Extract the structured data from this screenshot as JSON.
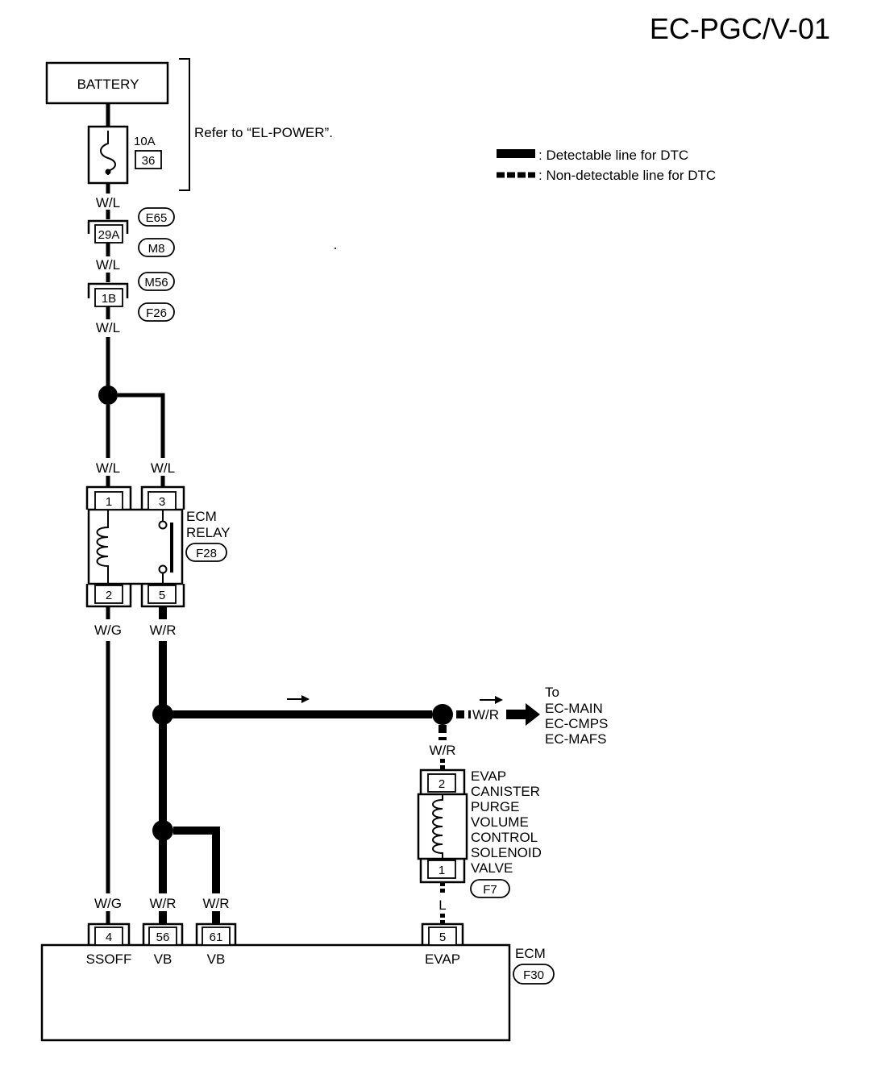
{
  "page_code": "EC-PGC/V-01",
  "legend": {
    "detectable": ": Detectable line for DTC",
    "non_detectable": ": Non-detectable line for DTC"
  },
  "battery": {
    "label": "BATTERY"
  },
  "fuse": {
    "rating": "10A",
    "number": "36"
  },
  "refer_note": "Refer to “EL-POWER”.",
  "connectors": {
    "c1": {
      "pin": "29A",
      "codes": [
        "E65",
        "M8"
      ]
    },
    "c2": {
      "pin": "1B",
      "codes": [
        "M56",
        "F26"
      ]
    }
  },
  "wires": {
    "w1": "W/L",
    "w2": "W/L",
    "w3": "W/L",
    "w4": "W/L",
    "w5": "W/L",
    "wg1": "W/G",
    "wr1": "W/R",
    "wr2": "W/R",
    "wg2": "W/G",
    "wr3": "W/R",
    "wr4": "W/R",
    "wr5": "W/R",
    "l1": "L"
  },
  "relay": {
    "name_line1": "ECM",
    "name_line2": "RELAY",
    "code": "F28",
    "pins": {
      "p1": "1",
      "p3": "3",
      "p2": "2",
      "p5": "5"
    }
  },
  "to_note": {
    "title": "To",
    "items": [
      "EC-MAIN",
      "EC-CMPS",
      "EC-MAFS"
    ]
  },
  "solenoid": {
    "lines": [
      "EVAP",
      "CANISTER",
      "PURGE",
      "VOLUME",
      "CONTROL",
      "SOLENOID",
      "VALVE"
    ],
    "code": "F7",
    "pins": {
      "top": "2",
      "bottom": "1"
    }
  },
  "ecm": {
    "label": "ECM",
    "code": "F30",
    "pins": [
      {
        "number": "4",
        "name": "SSOFF"
      },
      {
        "number": "56",
        "name": "VB"
      },
      {
        "number": "61",
        "name": "VB"
      },
      {
        "number": "5",
        "name": "EVAP"
      }
    ]
  }
}
